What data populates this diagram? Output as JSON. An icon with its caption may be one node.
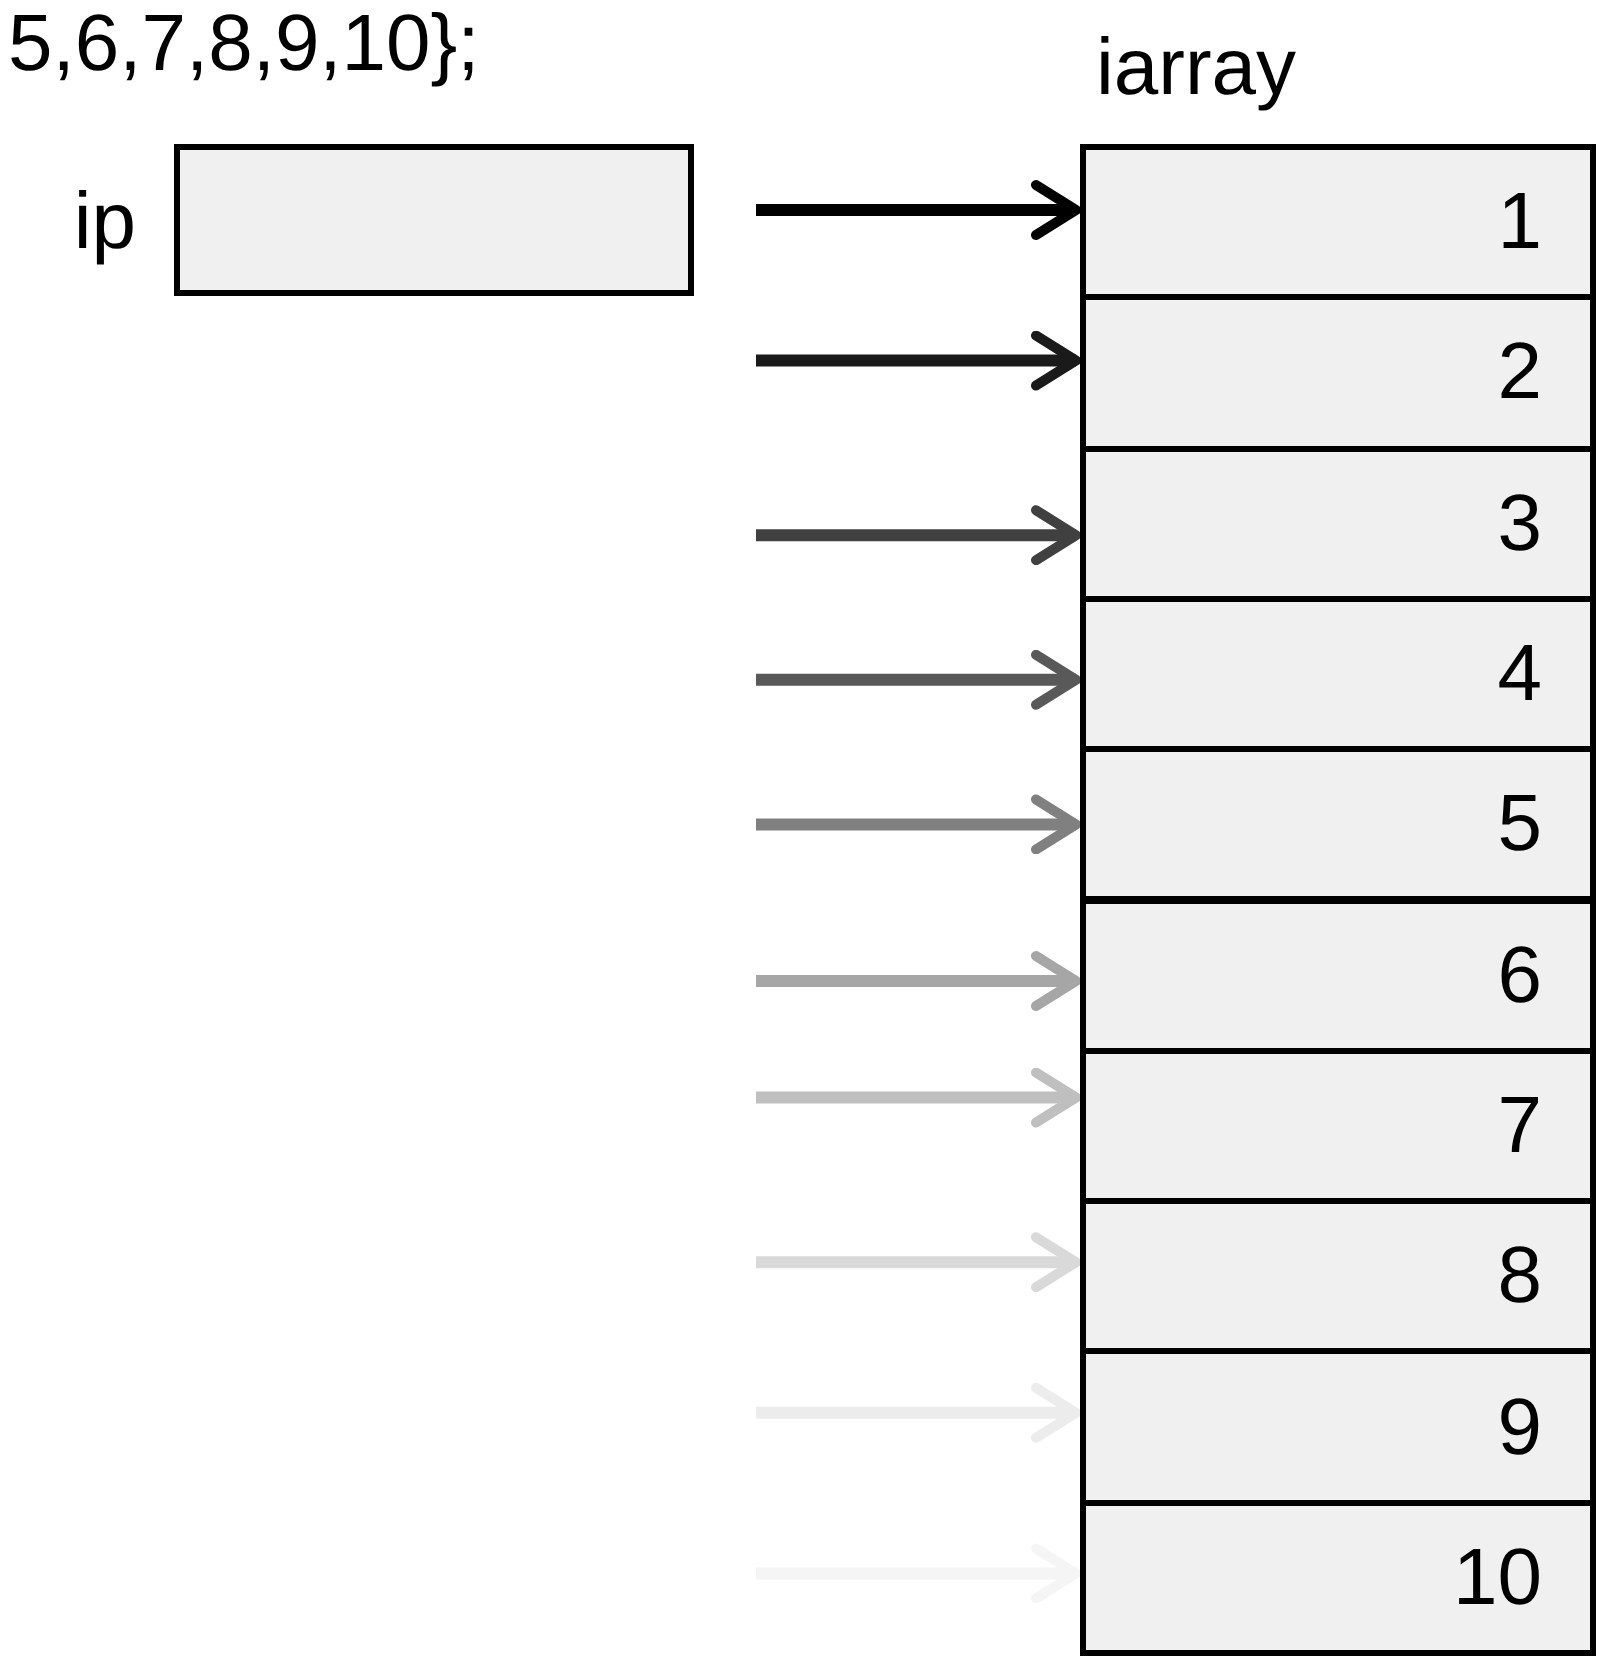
{
  "diagram": {
    "nodes": [
      {
        "text": [
          "ip"
        ]
      },
      {
        "text": [
          "iarray"
        ]
      },
      {
        "text": [
          "1"
        ],
        "in": 1
      },
      {
        "text": [
          "2"
        ],
        "in": 1
      },
      {
        "text": [
          "3"
        ],
        "in": 1
      },
      {
        "text": [
          "4"
        ],
        "in": 1
      },
      {
        "text": [
          "5"
        ],
        "in": 1
      },
      {
        "text": [
          "6"
        ],
        "in": 1
      },
      {
        "text": [
          "7"
        ],
        "in": 1
      },
      {
        "text": [
          "8"
        ],
        "in": 1
      },
      {
        "text": [
          "9"
        ],
        "in": 1
      },
      {
        "text": [
          "10"
        ],
        "in": 1
      }
    ],
    "edges": [
      {
        "from": null,
        "to": 2,
        "arrow": "to",
        "color": "#000000"
      },
      {
        "from": null,
        "to": 3,
        "arrow": "to",
        "color": "#1a1a1a"
      },
      {
        "from": null,
        "to": 4,
        "arrow": "to",
        "color": "#404040"
      },
      {
        "from": null,
        "to": 5,
        "arrow": "to",
        "color": "#595959"
      },
      {
        "from": null,
        "to": 6,
        "arrow": "to",
        "color": "#808080"
      },
      {
        "from": null,
        "to": 7,
        "arrow": "to",
        "color": "#a6a6a6"
      },
      {
        "from": null,
        "to": 8,
        "arrow": "to",
        "color": "#bfbfbf"
      },
      {
        "from": null,
        "to": 9,
        "arrow": "to",
        "color": "#d9d9d9"
      },
      {
        "from": null,
        "to": 10,
        "arrow": "to",
        "color": "#ececec"
      },
      {
        "from": null,
        "to": 11,
        "arrow": "to",
        "color": "#f5f5f5"
      }
    ],
    "labels": [
      "5,6,7,8,9,10};"
    ]
  }
}
